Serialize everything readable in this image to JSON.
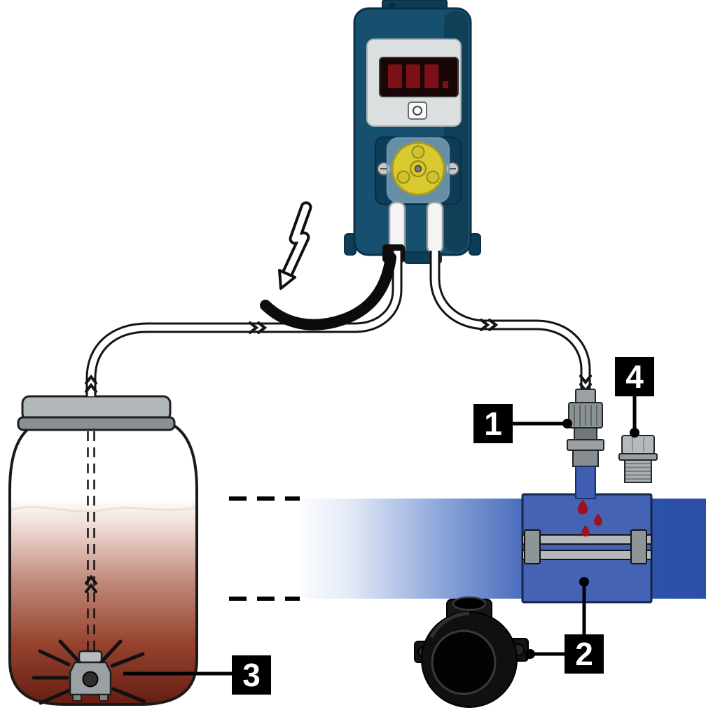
{
  "callouts": {
    "c1": "1",
    "c2": "2",
    "c3": "3",
    "c4": "4"
  },
  "icons": {
    "lightning_bolt": "⚡",
    "chemical_drop": "💧",
    "flow_chevron": "»"
  },
  "colors": {
    "pump_body": "#16506e",
    "pump_panel": "#dcdfe0",
    "display_background": "#190606",
    "display_segments": "#7c1016",
    "pump_rotor_yellow": "#d9ca2f",
    "pipe_blue": "#2e55ac",
    "clamp_blue": "#4563b5",
    "chemical_dark_red": "#641d11",
    "drop_red": "#9c1220",
    "callout_background": "#000000",
    "callout_text": "#ffffff"
  }
}
